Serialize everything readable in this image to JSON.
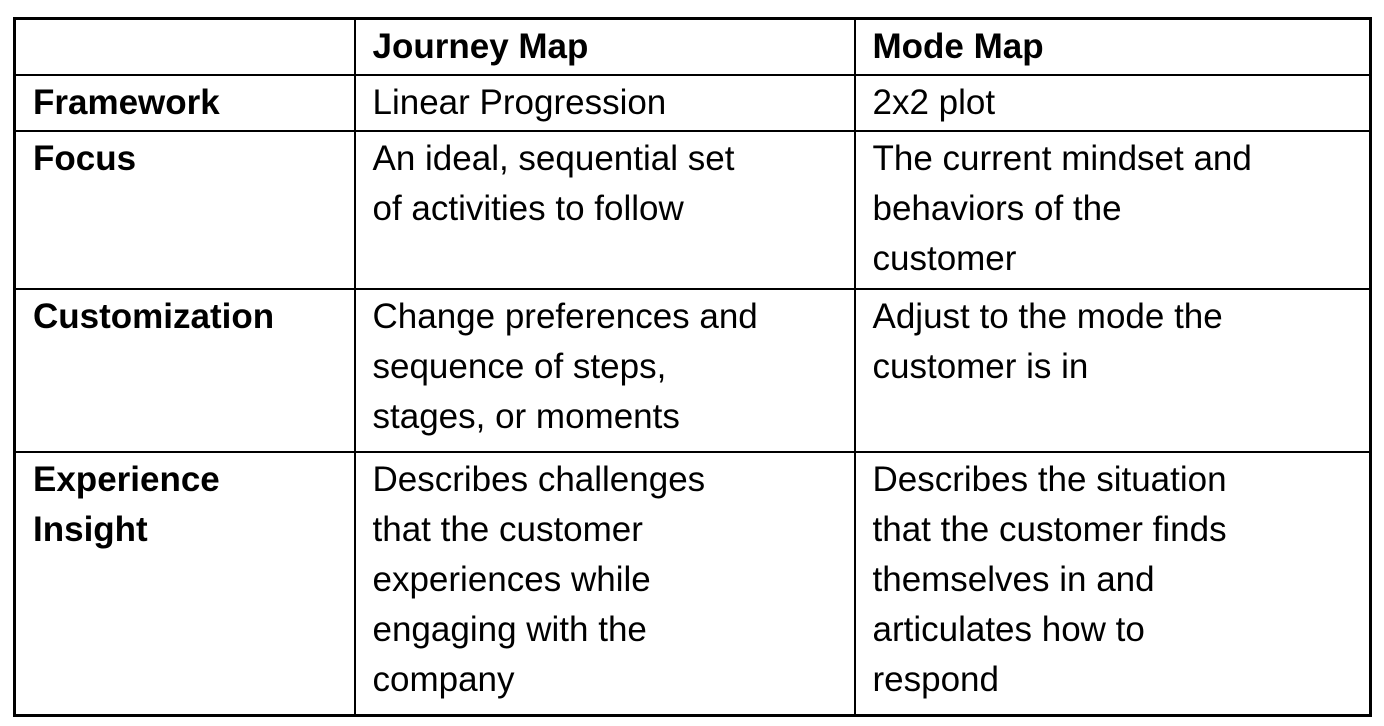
{
  "table": {
    "columns": [
      "",
      "Journey Map",
      "Mode Map"
    ],
    "rows": [
      {
        "label": "Framework",
        "journey": "Linear Progression",
        "mode": "2x2 plot"
      },
      {
        "label": "Focus",
        "journey": "An ideal, sequential set\nof activities to follow",
        "mode": "The current mindset and\nbehaviors of the\ncustomer"
      },
      {
        "label": "Customization",
        "journey": "Change preferences and\nsequence of steps,\nstages, or moments",
        "mode": "Adjust to the mode the\ncustomer is in"
      },
      {
        "label": "Experience\nInsight",
        "journey": "Describes challenges\nthat the customer\nexperiences while\nengaging with the\ncompany",
        "mode": "Describes the situation\nthat the customer finds\nthemselves in and\narticulates how to\nrespond"
      }
    ]
  }
}
